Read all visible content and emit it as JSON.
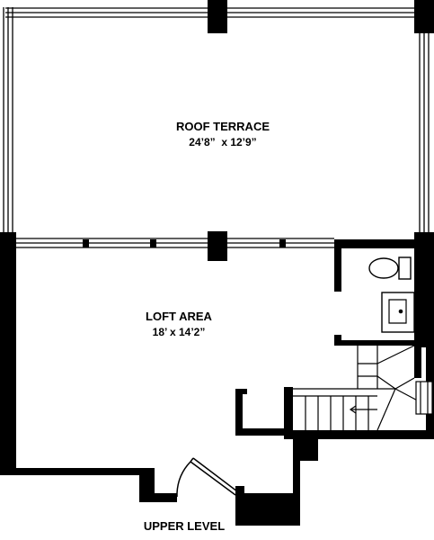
{
  "floorplan": {
    "rooms": [
      {
        "name": "ROOF TERRACE",
        "dimensions": "24’8”  x 12’9”"
      },
      {
        "name": "LOFT AREA",
        "dimensions": "18’ x 14’2”"
      }
    ],
    "level_label": "UPPER LEVEL"
  }
}
